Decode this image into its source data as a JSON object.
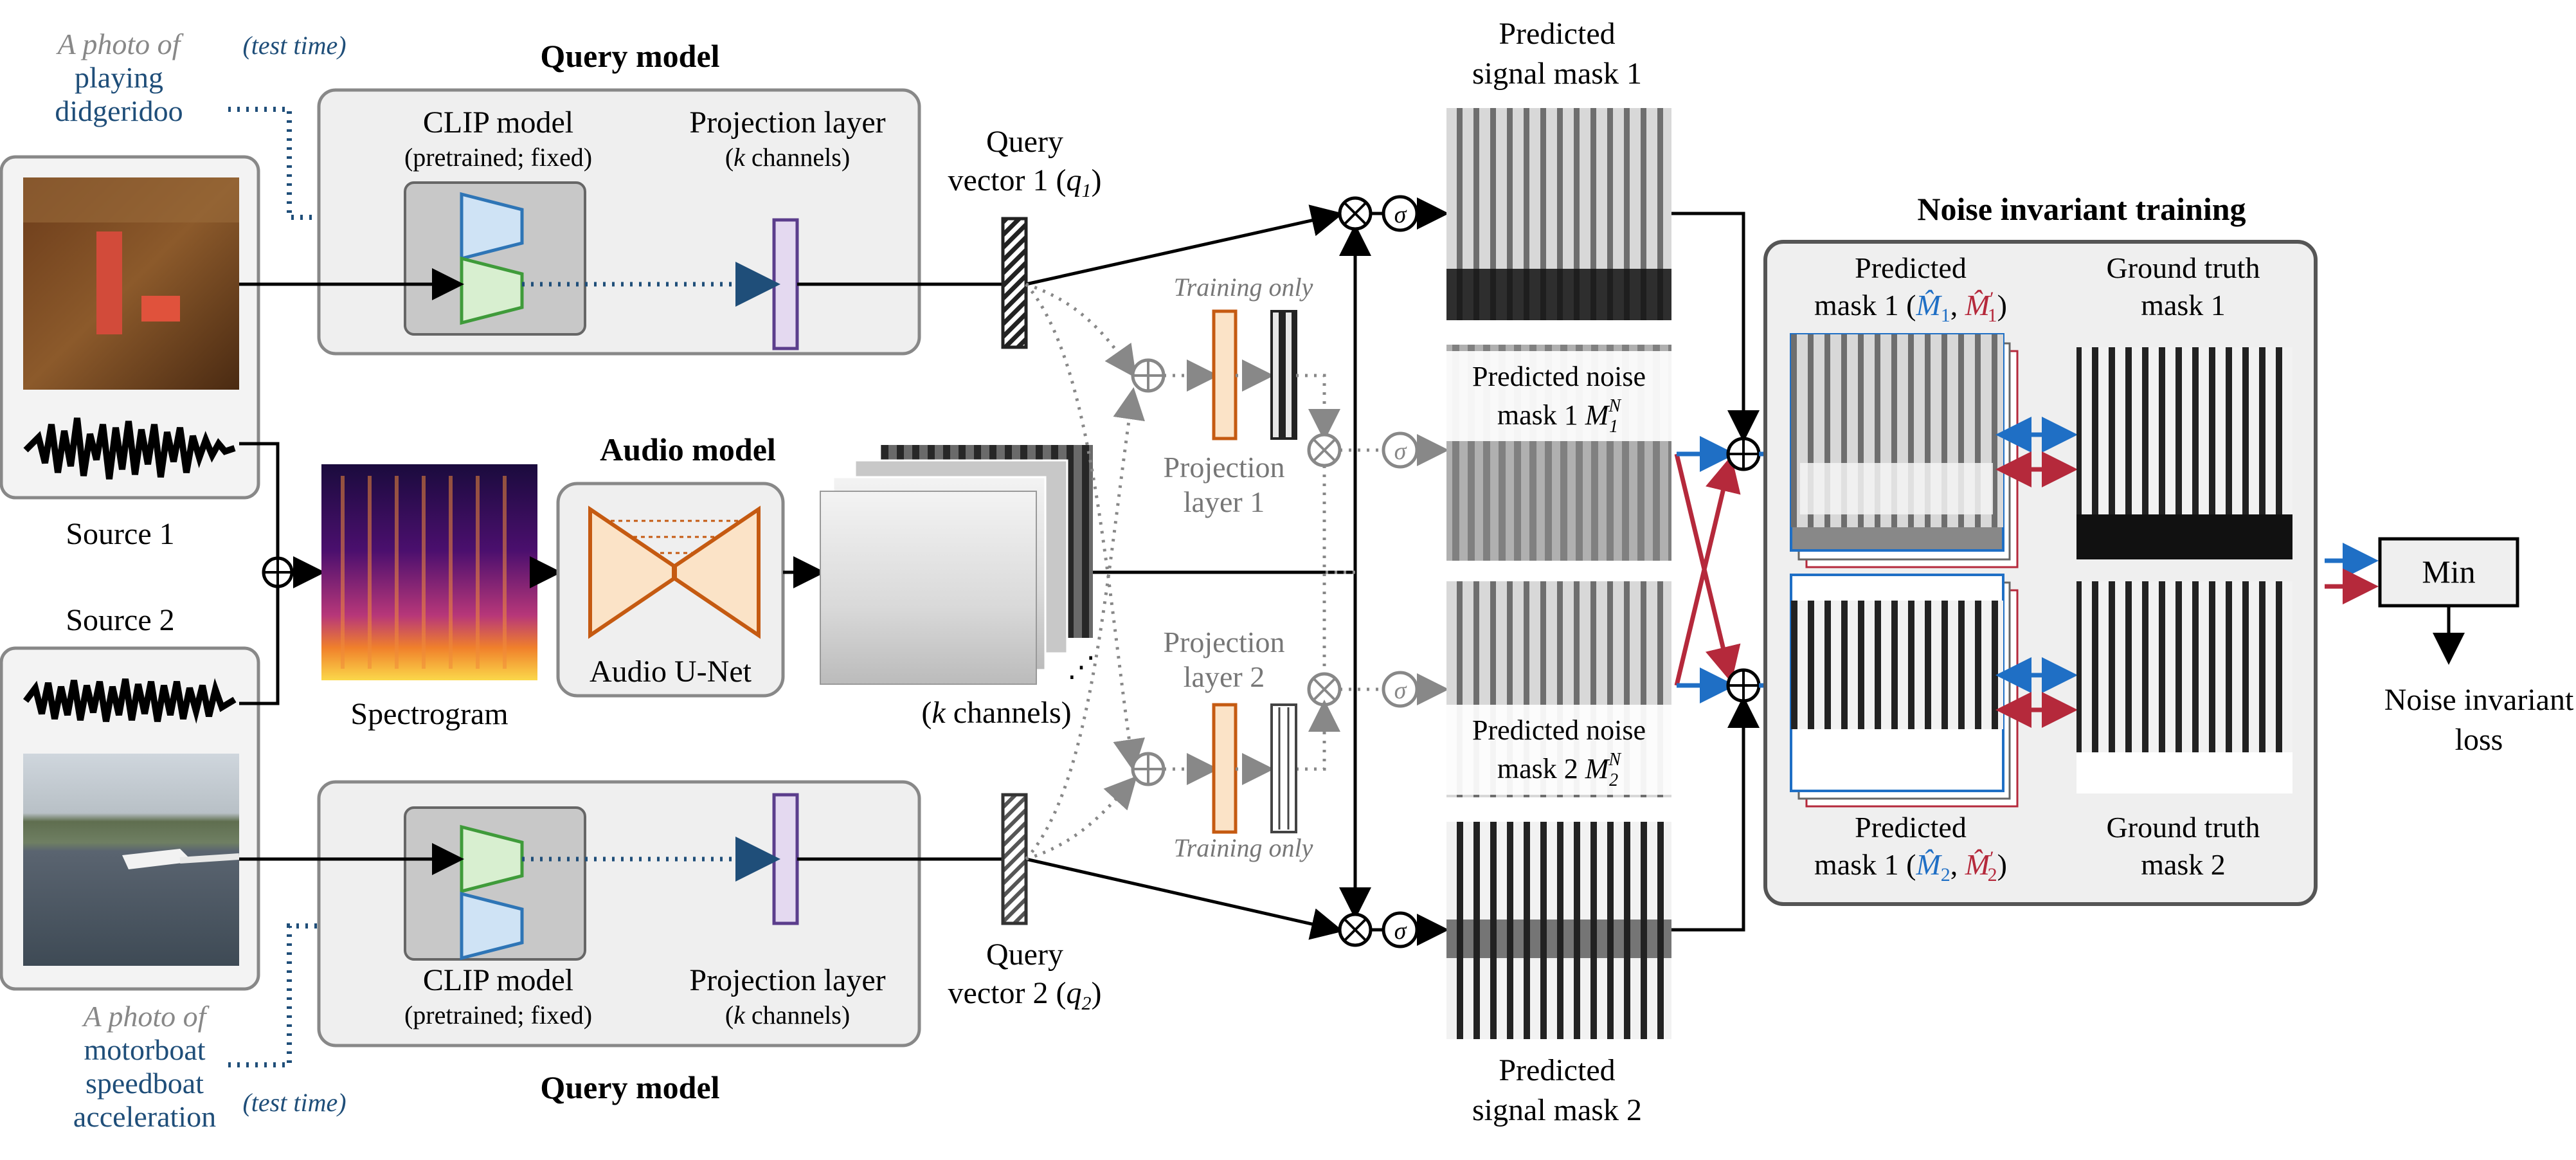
{
  "source1": {
    "text_query_caption": "A photo of",
    "text_query_lines": [
      "playing",
      "didgeridoo"
    ],
    "test_time": "(test time)",
    "label": "Source 1"
  },
  "source2": {
    "label": "Source 2",
    "text_query_caption": "A photo of",
    "text_query_lines": [
      "motorboat",
      "speedboat",
      "acceleration"
    ],
    "test_time": "(test time)"
  },
  "query_model_top": {
    "title": "Query model",
    "clip_title": "CLIP model",
    "clip_sub": "(pretrained; fixed)",
    "proj_title": "Projection layer",
    "proj_sub_k": "k",
    "proj_sub_rest": " channels)",
    "proj_sub_open": "("
  },
  "query_model_bottom": {
    "title": "Query model",
    "clip_title": "CLIP model",
    "clip_sub": "(pretrained; fixed)",
    "proj_title": "Projection layer",
    "proj_sub_k": "k",
    "proj_sub_rest": " channels)",
    "proj_sub_open": "("
  },
  "query_vector_1": {
    "line1": "Query",
    "line2": "vector 1 (",
    "var": "q",
    "sub": "1",
    "close": ")"
  },
  "query_vector_2": {
    "line1": "Query",
    "line2": "vector 2 (",
    "var": "q",
    "sub": "2",
    "close": ")"
  },
  "audio_model": {
    "title": "Audio model",
    "unet_label": "Audio U-Net",
    "spectrogram_label": "Spectrogram",
    "k_channels_k": "k",
    "k_channels_rest": " channels)",
    "k_channels_open": "("
  },
  "training_branch": {
    "training_only_top": "Training only",
    "training_only_bottom": "Training only",
    "proj1": [
      "Projection",
      "layer 1"
    ],
    "proj2": [
      "Projection",
      "layer 2"
    ]
  },
  "masks": {
    "signal1": [
      "Predicted",
      "signal mask 1"
    ],
    "noise1": [
      "Predicted noise",
      "mask 1 "
    ],
    "noise1_var": "M",
    "noise2": [
      "Predicted noise",
      "mask 2 "
    ],
    "noise2_var": "M",
    "noise_sup": "N",
    "noise1_sub": "1",
    "noise2_sub": "2",
    "signal2": [
      "Predicted",
      "signal mask 2"
    ],
    "sigma": "σ"
  },
  "noise_invariant": {
    "title": "Noise invariant training",
    "pred1": [
      "Predicted",
      "mask 1 ("
    ],
    "pred2": [
      "Predicted",
      "mask 1 ("
    ],
    "gt1": [
      "Ground truth",
      "mask 1"
    ],
    "gt2": [
      "Ground truth",
      "mask 2"
    ],
    "min_label": "Min",
    "loss": [
      "Noise invariant",
      "loss"
    ],
    "hat_M": "M̂",
    "sub1": "1",
    "sub2": "2",
    "prime": "′"
  },
  "colors": {
    "blue_arrow": "#1f6fc5",
    "red_arrow": "#b5293b",
    "clip_blue": "#cfe3f5",
    "clip_green": "#d8efd0",
    "proj_purple": "#e4d9f0",
    "proj_orange": "#fbe3c7",
    "unet_orange": "#fbe3c7",
    "box_gray": "#f0f0f0",
    "clip_gray": "#c8c8c8",
    "query_text": "#1f4e79"
  }
}
